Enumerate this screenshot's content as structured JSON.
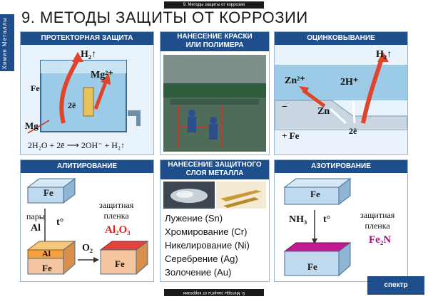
{
  "top_bar": "9. Методы защиты от коррозии",
  "bottom_bar": "9. Методы защиты от коррозии",
  "sidebar": "Химия Металлы",
  "title": "9. МЕТОДЫ ЗАЩИТЫ ОТ КОРРОЗИИ",
  "panels": {
    "protector": {
      "header": "ПРОТЕКТОРНАЯ ЗАЩИТА",
      "h2": "H₂↑",
      "mg2": "Mg²⁺",
      "fe": "Fe",
      "e2": "2ē",
      "mg": "Mg",
      "equation": "2H₂O + 2ē ⟶ 2OH⁻ + H₂↑"
    },
    "paint": {
      "header_line1": "НАНЕСЕНИЕ КРАСКИ",
      "header_line2": "ИЛИ ПОЛИМЕРА"
    },
    "zinc": {
      "header": "ОЦИНКОВЫВАНИЕ",
      "h2": "H₂↑",
      "zn2": "Zn²⁺",
      "h_plus": "2H⁺",
      "zn": "Zn",
      "minus": "−",
      "plus_fe": "+ Fe",
      "e2": "2ē"
    },
    "alum": {
      "header": "АЛИТИРОВАНИЕ",
      "fe_top": "Fe",
      "pary": "пары",
      "al": "Al",
      "t": "t°",
      "film_line1": "защитная",
      "film_line2": "пленка",
      "al2o3": "Al₂O₃",
      "o2": "O₂",
      "al_layer": "Al",
      "fe_bottom": "Fe",
      "fe_right": "Fe"
    },
    "metal": {
      "header_line1": "НАНЕСЕНИЕ ЗАЩИТНОГО",
      "header_line2": "СЛОЯ МЕТАЛЛА",
      "items": [
        "Лужение (Sn)",
        "Хромирование (Cr)",
        "Никелирование (Ni)",
        "Серебрение (Ag)",
        "Золочение (Au)"
      ]
    },
    "azot": {
      "header": "АЗОТИРОВАНИЕ",
      "fe_top": "Fe",
      "nh3": "NH₃",
      "t": "t°",
      "film_line1": "защитная",
      "film_line2": "пленка",
      "fe2n": "Fe₂N",
      "fe_bottom": "Fe"
    }
  },
  "logo": "спектр",
  "colors": {
    "header": "#1f4e8c",
    "water": "#9ccbe8",
    "arrow": "#e0442a",
    "accent_red": "#d9241b",
    "magenta": "#a0157c"
  }
}
